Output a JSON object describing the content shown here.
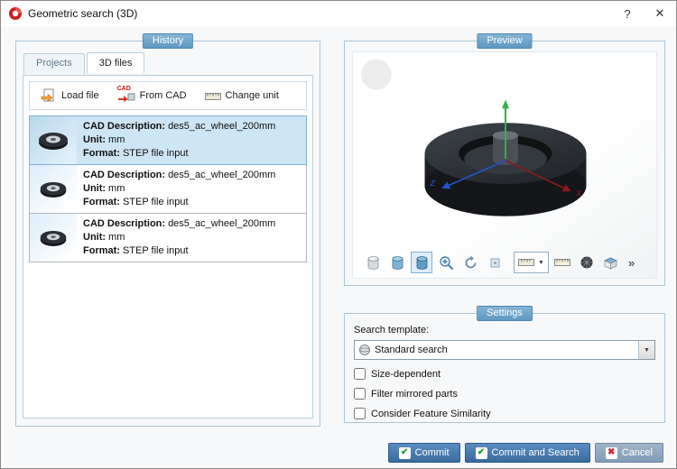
{
  "window": {
    "title": "Geometric search (3D)",
    "help_label": "?",
    "close_label": "✕"
  },
  "history": {
    "group_label": "History",
    "tabs": {
      "projects": "Projects",
      "files3d": "3D files"
    },
    "toolbar": {
      "load_file": "Load file",
      "from_cad": "From CAD",
      "change_unit": "Change unit",
      "cad_badge": "CAD"
    },
    "fields": {
      "cad_description": "CAD Description:",
      "unit": "Unit:",
      "format": "Format:"
    },
    "items": [
      {
        "cad_description": "des5_ac_wheel_200mm",
        "unit": "mm",
        "format": "STEP file input",
        "selected": true
      },
      {
        "cad_description": "des5_ac_wheel_200mm",
        "unit": "mm",
        "format": "STEP file input",
        "selected": false
      },
      {
        "cad_description": "des5_ac_wheel_200mm",
        "unit": "mm",
        "format": "STEP file input",
        "selected": false
      }
    ]
  },
  "preview": {
    "group_label": "Preview",
    "axes": {
      "x": "x",
      "z": "z"
    },
    "more_label": "»",
    "toolbar_icons": [
      "cylinder-view",
      "shaded-view",
      "solid-view",
      "zoom-in",
      "rotate-view",
      "pan-view",
      "measure-dropdown",
      "ruler",
      "mesh-view",
      "section-view",
      "more-tools"
    ]
  },
  "settings": {
    "group_label": "Settings",
    "search_template_label": "Search template:",
    "search_template_value": "Standard search",
    "checkboxes": [
      {
        "label": "Size-dependent",
        "checked": false
      },
      {
        "label": "Filter mirrored parts",
        "checked": false
      },
      {
        "label": "Consider Feature Similarity",
        "checked": false
      }
    ]
  },
  "footer": {
    "commit": "Commit",
    "commit_and_search": "Commit and Search",
    "cancel": "Cancel",
    "check_icon": "✔",
    "cross_icon": "✖"
  },
  "colors": {
    "accent_blue": "#4a7db5",
    "group_border": "#a9c7da",
    "selection": "#cde5f5",
    "axis_x": "#8b1a1a",
    "axis_y": "#2eb24a",
    "axis_z": "#2255cc"
  }
}
